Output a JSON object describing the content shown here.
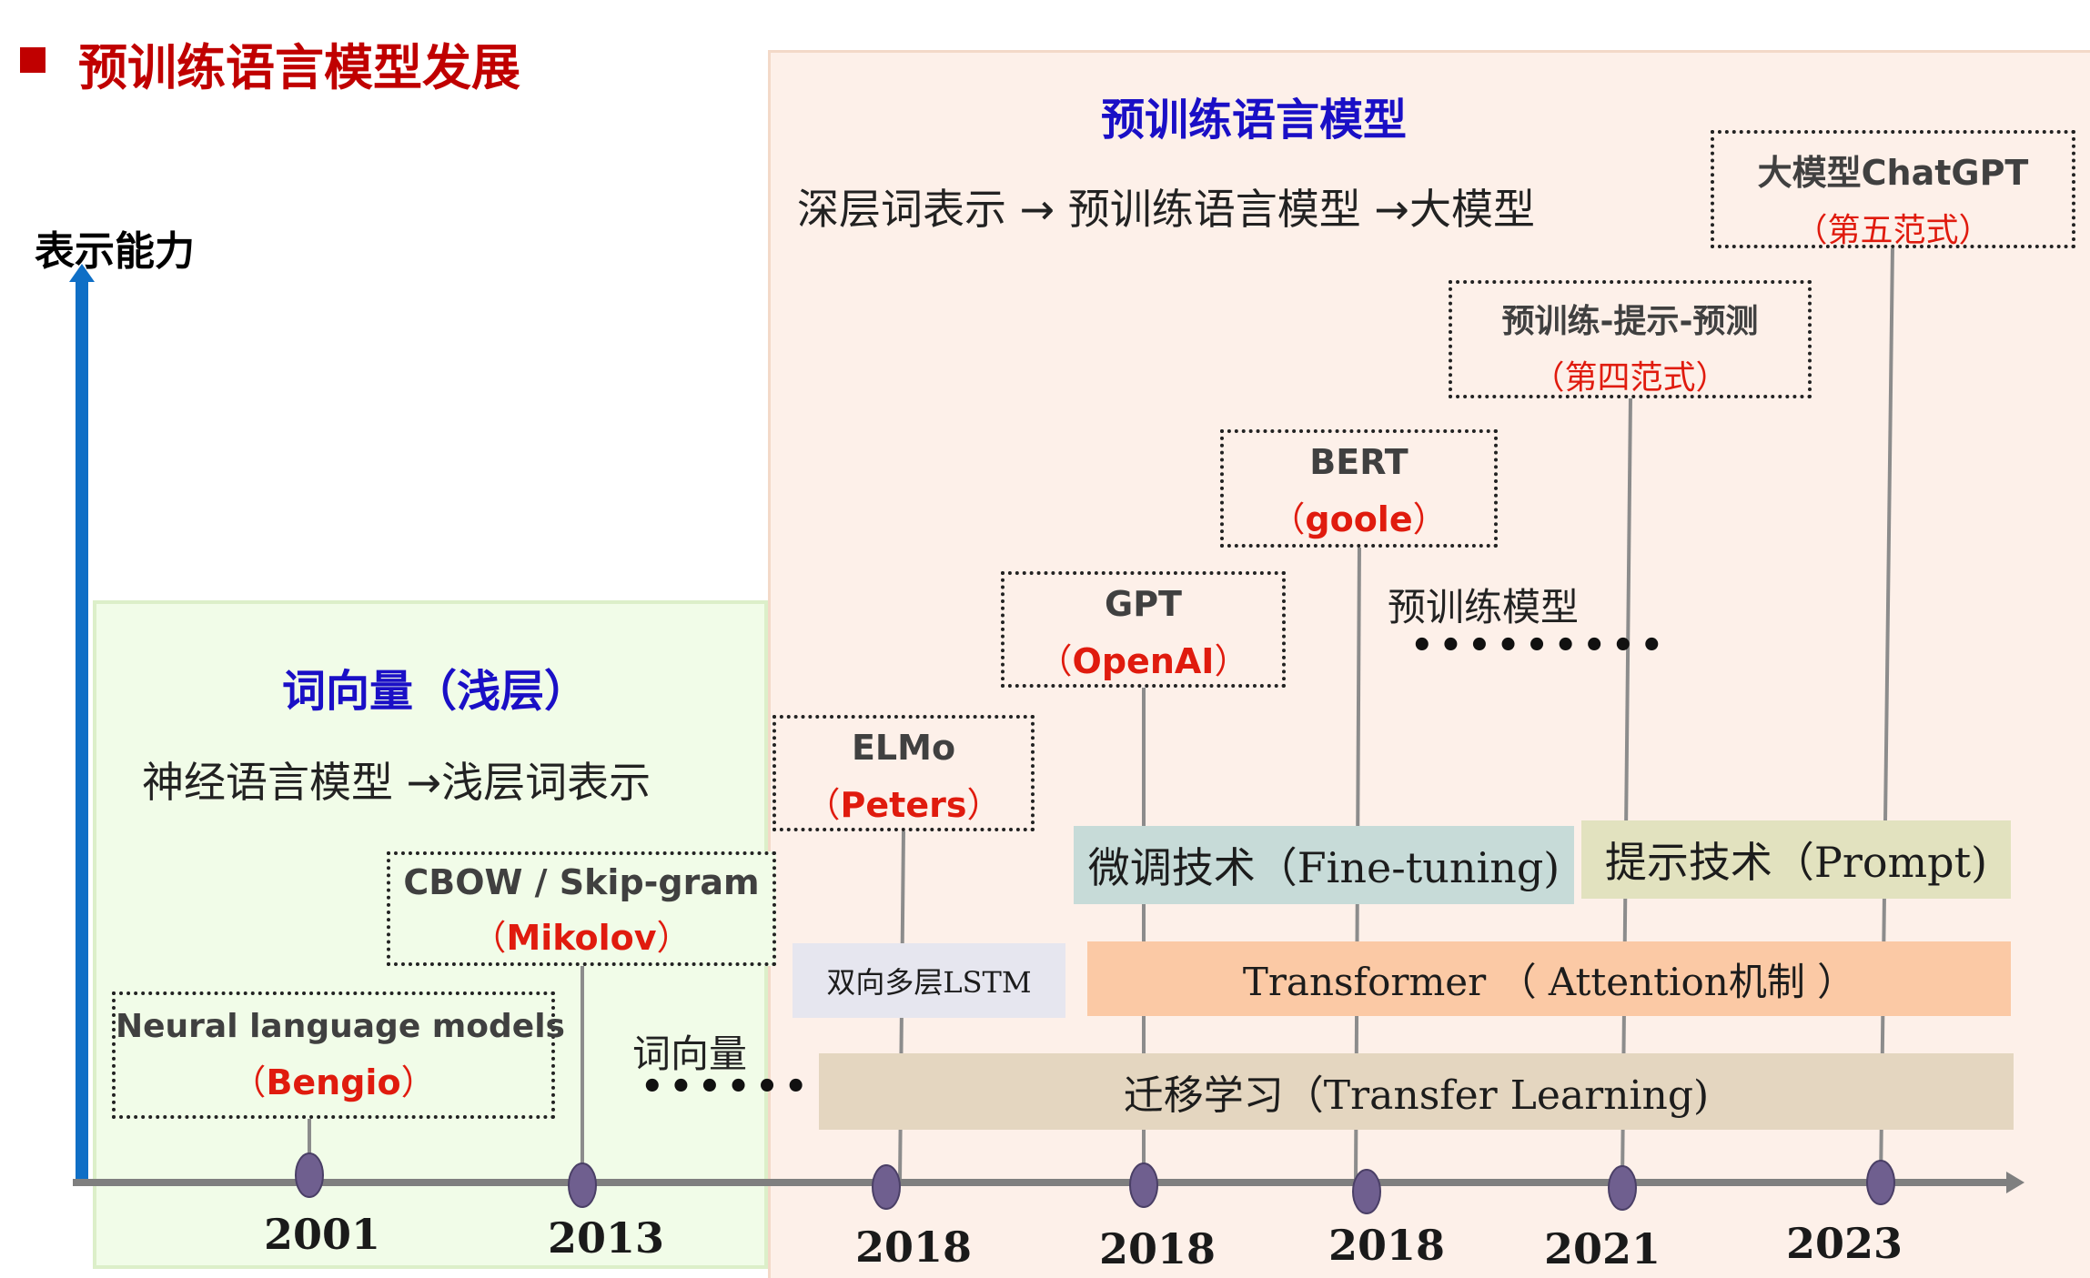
{
  "header": {
    "title": "预训练语言模型发展"
  },
  "axis": {
    "y_label": "表示能力"
  },
  "shallow_zone": {
    "title": "词向量（浅层）",
    "subtitle": "神经语言模型 →浅层词表示",
    "note": "词向量",
    "ellipsis": "••••••"
  },
  "pretrain_zone": {
    "title": "预训练语言模型",
    "subtitle": "深层词表示  → 预训练语言模型  →大模型",
    "note": "预训练模型",
    "ellipsis": "•••••••••"
  },
  "milestones": [
    {
      "id": "nlm",
      "name": "Neural language models",
      "author": "Bengio",
      "year": "2001"
    },
    {
      "id": "cbow",
      "name": "CBOW / Skip-gram",
      "author": "Mikolov",
      "year": "2013"
    },
    {
      "id": "elmo",
      "name": "ELMo",
      "author": "Peters",
      "year": "2018"
    },
    {
      "id": "gpt",
      "name": "GPT",
      "author": "OpenAI",
      "year": "2018"
    },
    {
      "id": "bert",
      "name": "BERT",
      "author": "goole",
      "year": "2018"
    },
    {
      "id": "paradigm4",
      "name": "预训练-提示-预测",
      "author": "第四范式",
      "year": "2021"
    },
    {
      "id": "chatgpt",
      "name": "大模型ChatGPT",
      "author": "第五范式",
      "year": "2023"
    }
  ],
  "paren": {
    "open": "（",
    "close": "）"
  },
  "bars": {
    "lstm": "双向多层LSTM",
    "finetune": "微调技术（Fine-tuning)",
    "prompt": "提示技术（Prompt)",
    "transformer": "Transformer （ Attention机制 ）",
    "transfer": "迁移学习（Transfer Learning)"
  },
  "colors": {
    "header_red": "#c00000",
    "blue_title": "#1a0fc6",
    "author_red": "#e01b0e",
    "y_axis_blue": "#0f6fc6",
    "timeline_gray": "#7f7f7f",
    "node_purple": "#6f5f8f",
    "shallow_bg": "#f1fce8",
    "pretrain_bg": "#fdf0e9",
    "lstm_bar": "#e6e6ef",
    "finetune_bar": "#c7dbd8",
    "prompt_bar": "#e2e2bf",
    "transformer_bar": "#fbc9a5",
    "transfer_bar": "#e4d6c0"
  }
}
